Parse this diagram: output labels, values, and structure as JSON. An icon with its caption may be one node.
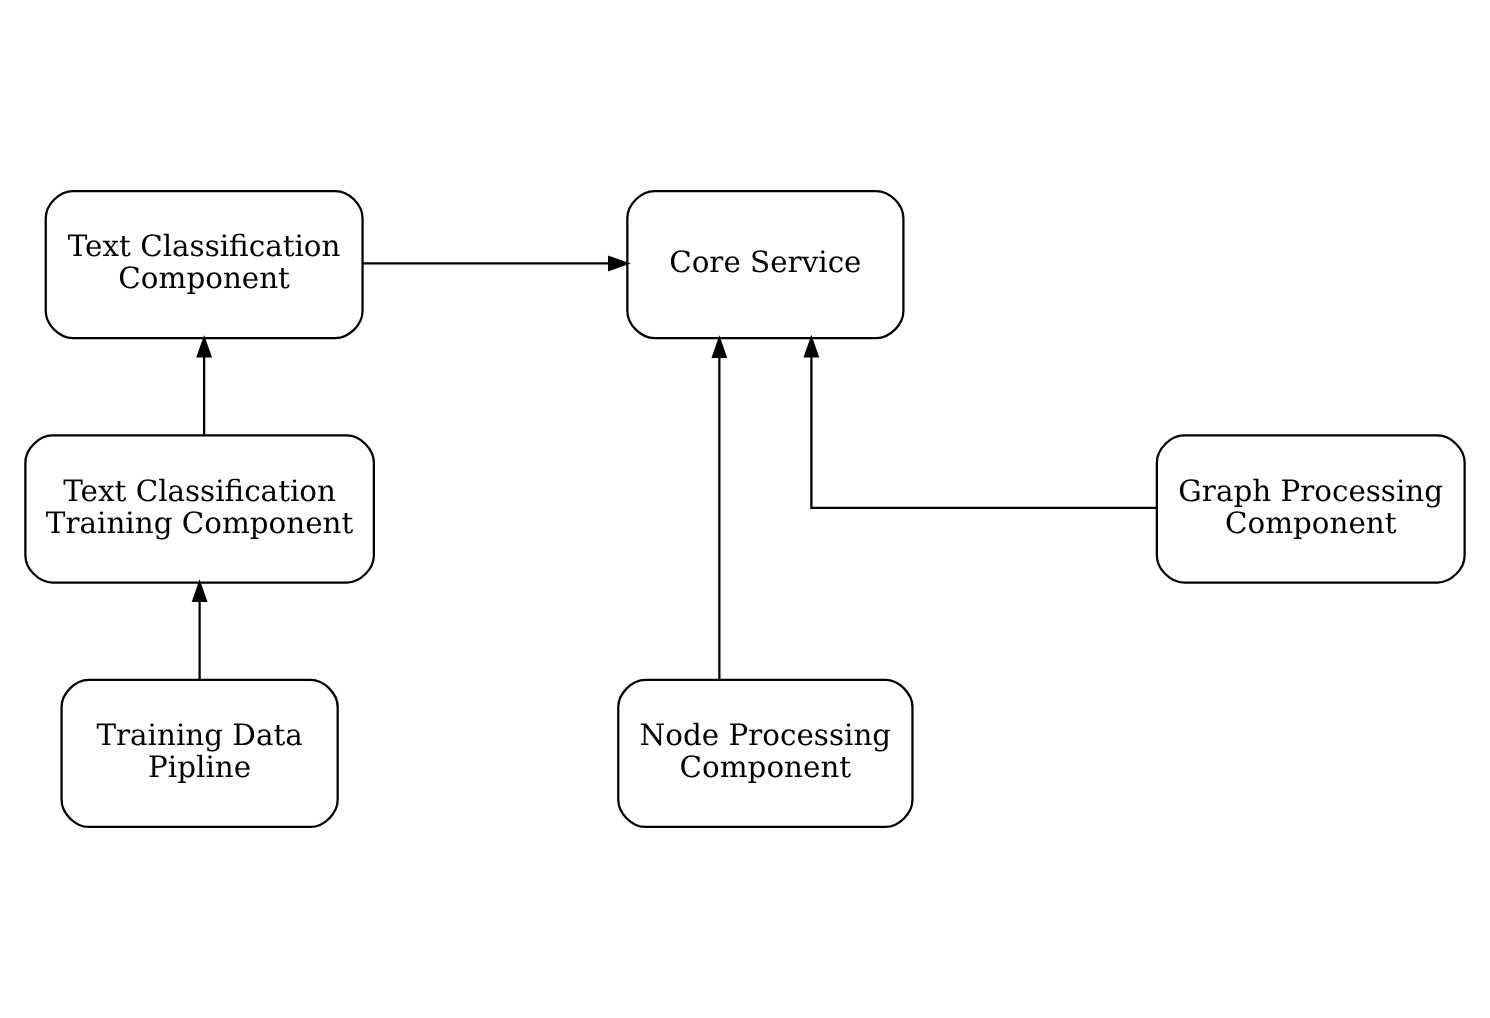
{
  "diagram": {
    "nodes": [
      {
        "text": [
          "Core Service"
        ]
      },
      {
        "text": [
          "Text Classification Component"
        ]
      },
      {
        "text": [
          "Graph Processing Component"
        ]
      },
      {
        "text": [
          "Text Classification Training Component"
        ]
      },
      {
        "text": [
          "Node Processing Component"
        ]
      },
      {
        "text": [
          "Training Data Pipline"
        ]
      }
    ],
    "edges": [
      {
        "from": 1,
        "to": 0,
        "arrow": "to"
      },
      {
        "from": 2,
        "to": 0,
        "arrow": "to"
      },
      {
        "from": 4,
        "to": 0,
        "arrow": "to"
      },
      {
        "from": 3,
        "to": 1,
        "arrow": "to"
      },
      {
        "from": 5,
        "to": 3,
        "arrow": "to"
      }
    ]
  }
}
